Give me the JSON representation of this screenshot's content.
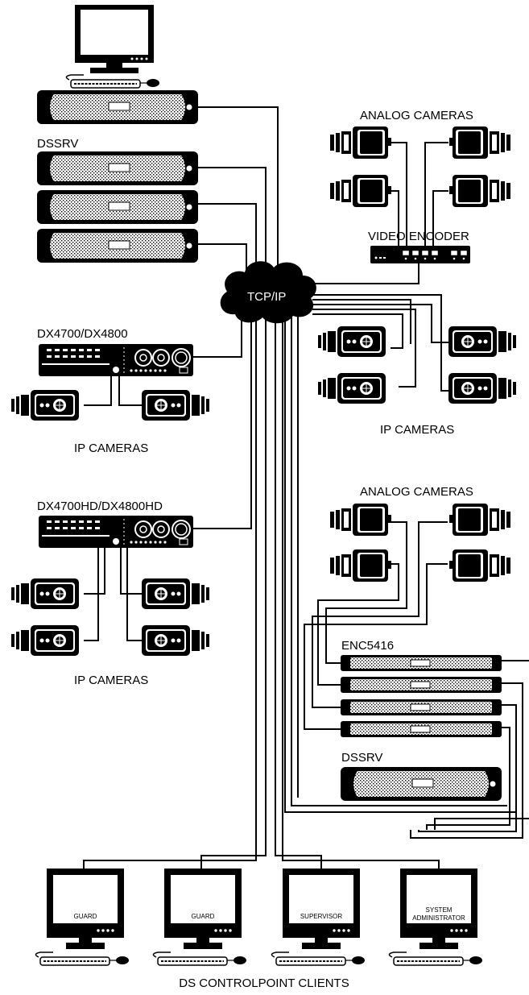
{
  "labels": {
    "dssrv_top": "DSSRV",
    "analog_cameras_top": "ANALOG CAMERAS",
    "video_encoder": "VIDEO ENCODER",
    "tcpip": "TCP/IP",
    "dx4700": "DX4700/DX4800",
    "ip_cameras_left": "IP CAMERAS",
    "ip_cameras_right": "IP CAMERAS",
    "analog_cameras_bottom": "ANALOG CAMERAS",
    "dx4700hd": "DX4700HD/DX4800HD",
    "enc5416": "ENC5416",
    "ip_cameras_left2": "IP CAMERAS",
    "dssrv_bottom": "DSSRV",
    "clients_caption": "DS CONTROLPOINT CLIENTS"
  },
  "clients": [
    {
      "screen_lines": [
        "GUARD"
      ]
    },
    {
      "screen_lines": [
        "GUARD"
      ]
    },
    {
      "screen_lines": [
        "SUPERVISOR"
      ]
    },
    {
      "screen_lines": [
        "SYSTEM",
        "ADMINISTRATOR"
      ]
    }
  ],
  "colors": {
    "ink": "#000000",
    "paper": "#ffffff"
  },
  "icons": {
    "server": "rack-server-icon",
    "camera": "camera-icon",
    "monitor": "monitor-icon",
    "dvr": "dvr-icon",
    "encoder": "video-encoder-icon",
    "cloud": "network-cloud-icon"
  }
}
